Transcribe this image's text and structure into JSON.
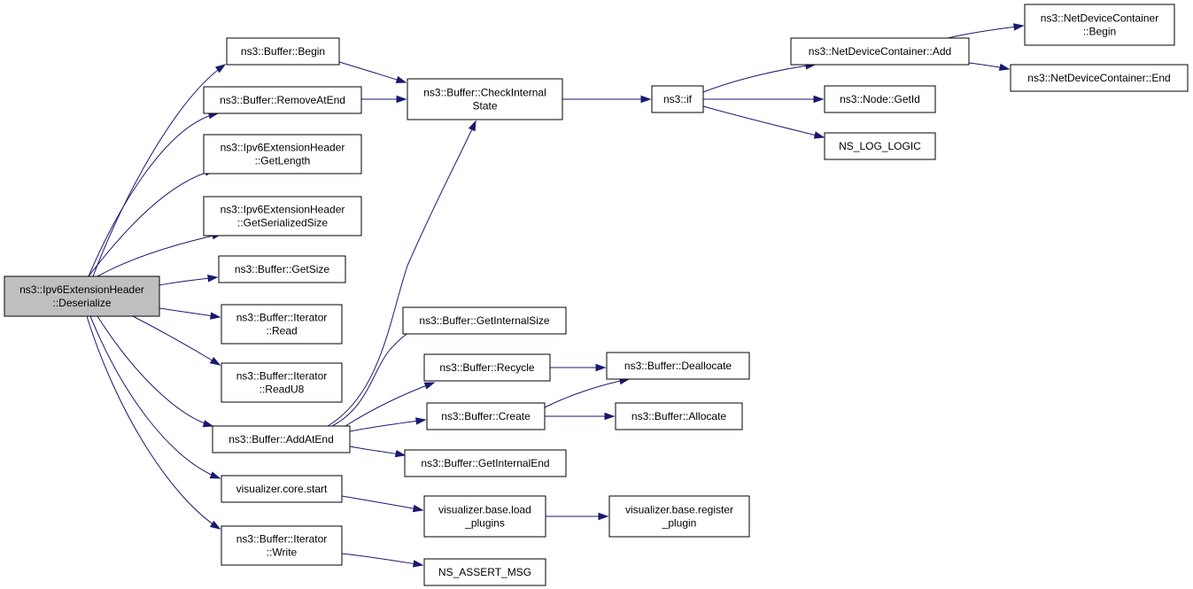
{
  "diagram": {
    "nodes": [
      {
        "id": "deserialize",
        "lines": [
          "ns3::Ipv6ExtensionHeader",
          "::Deserialize"
        ],
        "root": true
      },
      {
        "id": "begin",
        "lines": [
          "ns3::Buffer::Begin"
        ]
      },
      {
        "id": "removeatend",
        "lines": [
          "ns3::Buffer::RemoveAtEnd"
        ]
      },
      {
        "id": "getlength",
        "lines": [
          "ns3::Ipv6ExtensionHeader",
          "::GetLength"
        ]
      },
      {
        "id": "getserializedsize",
        "lines": [
          "ns3::Ipv6ExtensionHeader",
          "::GetSerializedSize"
        ]
      },
      {
        "id": "getsize",
        "lines": [
          "ns3::Buffer::GetSize"
        ]
      },
      {
        "id": "read",
        "lines": [
          "ns3::Buffer::Iterator",
          "::Read"
        ]
      },
      {
        "id": "readu8",
        "lines": [
          "ns3::Buffer::Iterator",
          "::ReadU8"
        ]
      },
      {
        "id": "addatend",
        "lines": [
          "ns3::Buffer::AddAtEnd"
        ]
      },
      {
        "id": "vizstart",
        "lines": [
          "visualizer.core.start"
        ]
      },
      {
        "id": "write",
        "lines": [
          "ns3::Buffer::Iterator",
          "::Write"
        ]
      },
      {
        "id": "checkinternal",
        "lines": [
          "ns3::Buffer::CheckInternal",
          "State"
        ]
      },
      {
        "id": "getinternalsize",
        "lines": [
          "ns3::Buffer::GetInternalSize"
        ]
      },
      {
        "id": "recycle",
        "lines": [
          "ns3::Buffer::Recycle"
        ]
      },
      {
        "id": "create",
        "lines": [
          "ns3::Buffer::Create"
        ]
      },
      {
        "id": "getinternalend",
        "lines": [
          "ns3::Buffer::GetInternalEnd"
        ]
      },
      {
        "id": "loadplugins",
        "lines": [
          "visualizer.base.load",
          "_plugins"
        ]
      },
      {
        "id": "nsassert",
        "lines": [
          "NS_ASSERT_MSG"
        ]
      },
      {
        "id": "if",
        "lines": [
          "ns3::if"
        ]
      },
      {
        "id": "deallocate",
        "lines": [
          "ns3::Buffer::Deallocate"
        ]
      },
      {
        "id": "allocate",
        "lines": [
          "ns3::Buffer::Allocate"
        ]
      },
      {
        "id": "registerplugin",
        "lines": [
          "visualizer.base.register",
          "_plugin"
        ]
      },
      {
        "id": "ndcadd",
        "lines": [
          "ns3::NetDeviceContainer::Add"
        ]
      },
      {
        "id": "nodegetid",
        "lines": [
          "ns3::Node::GetId"
        ]
      },
      {
        "id": "nslog",
        "lines": [
          "NS_LOG_LOGIC"
        ]
      },
      {
        "id": "ndcbegin",
        "lines": [
          "ns3::NetDeviceContainer",
          "::Begin"
        ]
      },
      {
        "id": "ndcend",
        "lines": [
          "ns3::NetDeviceContainer::End"
        ]
      }
    ],
    "edges": [
      {
        "from": "deserialize",
        "to": "begin"
      },
      {
        "from": "deserialize",
        "to": "removeatend"
      },
      {
        "from": "deserialize",
        "to": "getlength"
      },
      {
        "from": "deserialize",
        "to": "getserializedsize"
      },
      {
        "from": "deserialize",
        "to": "getsize"
      },
      {
        "from": "deserialize",
        "to": "read"
      },
      {
        "from": "deserialize",
        "to": "readu8"
      },
      {
        "from": "deserialize",
        "to": "addatend"
      },
      {
        "from": "deserialize",
        "to": "vizstart"
      },
      {
        "from": "deserialize",
        "to": "write"
      },
      {
        "from": "begin",
        "to": "checkinternal"
      },
      {
        "from": "removeatend",
        "to": "checkinternal"
      },
      {
        "from": "addatend",
        "to": "checkinternal"
      },
      {
        "from": "addatend",
        "to": "getinternalsize"
      },
      {
        "from": "addatend",
        "to": "recycle"
      },
      {
        "from": "addatend",
        "to": "create"
      },
      {
        "from": "addatend",
        "to": "getinternalend"
      },
      {
        "from": "vizstart",
        "to": "loadplugins"
      },
      {
        "from": "write",
        "to": "nsassert"
      },
      {
        "from": "checkinternal",
        "to": "if"
      },
      {
        "from": "recycle",
        "to": "deallocate"
      },
      {
        "from": "create",
        "to": "deallocate"
      },
      {
        "from": "create",
        "to": "allocate"
      },
      {
        "from": "loadplugins",
        "to": "registerplugin"
      },
      {
        "from": "if",
        "to": "ndcadd"
      },
      {
        "from": "if",
        "to": "nodegetid"
      },
      {
        "from": "if",
        "to": "nslog"
      },
      {
        "from": "ndcadd",
        "to": "ndcbegin"
      },
      {
        "from": "ndcadd",
        "to": "ndcend"
      }
    ]
  }
}
